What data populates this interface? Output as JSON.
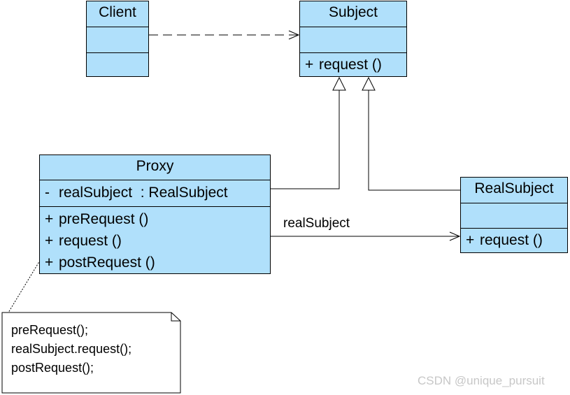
{
  "colors": {
    "class_fill": "#b0e0fb",
    "line": "#000000",
    "watermark": "#c7c7c7"
  },
  "classes": {
    "client": {
      "name": "Client",
      "attributes": [],
      "operations": []
    },
    "subject": {
      "name": "Subject",
      "attributes": [],
      "operations": [
        {
          "visibility": "+",
          "signature": "request ()"
        }
      ]
    },
    "proxy": {
      "name": "Proxy",
      "attributes": [
        {
          "visibility": "-",
          "signature": "realSubject  : RealSubject"
        }
      ],
      "operations": [
        {
          "visibility": "+",
          "signature": "preRequest ()"
        },
        {
          "visibility": "+",
          "signature": "request ()"
        },
        {
          "visibility": "+",
          "signature": "postRequest ()"
        }
      ]
    },
    "real_subject": {
      "name": "RealSubject",
      "attributes": [],
      "operations": [
        {
          "visibility": "+",
          "signature": "request ()"
        }
      ]
    }
  },
  "relationships": {
    "client_subject": "dependency",
    "proxy_subject": "generalization",
    "real_subject_subject": "generalization",
    "proxy_real_subject": {
      "type": "association",
      "label": "realSubject"
    }
  },
  "note": {
    "lines": [
      "preRequest();",
      "realSubject.request();",
      "postRequest();"
    ]
  },
  "watermark": "CSDN @unique_pursuit"
}
